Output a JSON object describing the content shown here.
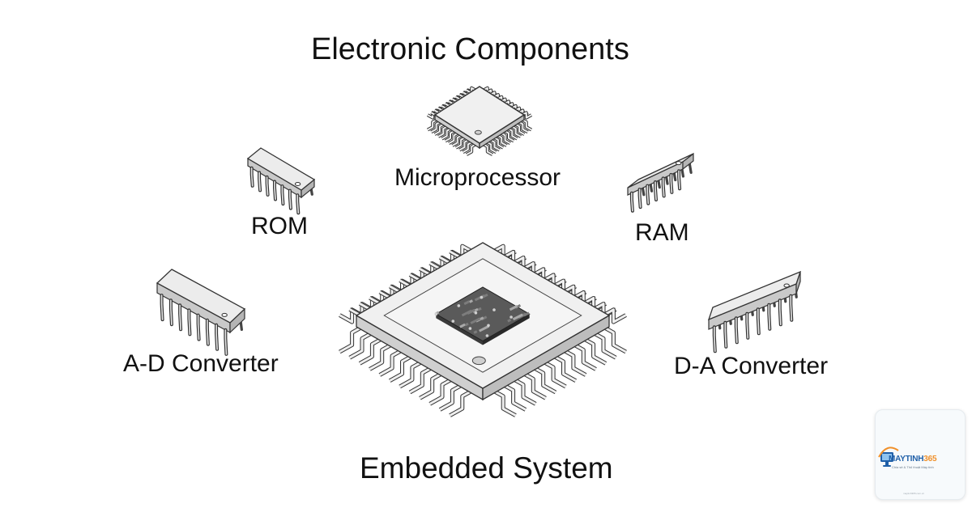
{
  "title": "Electronic Components",
  "components": {
    "microprocessor": "Microprocessor",
    "rom": "ROM",
    "ram": "RAM",
    "ad_converter": "A-D Converter",
    "da_converter": "D-A Converter",
    "embedded_system": "Embedded System"
  },
  "watermark": {
    "brand_part1": "MAYTINH",
    "brand_part2": "365",
    "tagline": "Chia sẻ & Thủ thuật Máy tính",
    "url": "maytinh365.com.vn",
    "brand_blue": "#1f5fa8",
    "brand_orange": "#f0902a"
  },
  "icons": {
    "microprocessor": "qfp-chip-icon",
    "rom": "dip-chip-icon",
    "ram": "dip-chip-icon",
    "ad_converter": "dip-chip-icon",
    "da_converter": "dip-chip-icon",
    "embedded_system": "large-qfp-chip-with-die-icon",
    "watermark": "monitor-logo-icon"
  }
}
